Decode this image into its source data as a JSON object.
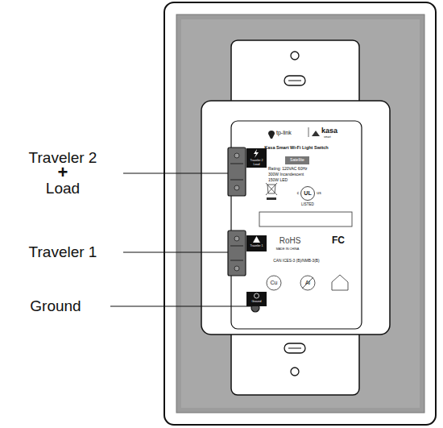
{
  "diagram": {
    "labels": [
      "Traveler 2",
      "+",
      "Load",
      "Traveler 1",
      "Ground",
      "tp-link",
      "kasa",
      "smart",
      "Kasa Smart Wi-Fi Light Switch",
      "Satellite",
      "Traveler 2",
      "Load",
      "Rating: 120VAC 60Hz",
      "300W Incandescent",
      "150W LED",
      "c",
      "UL",
      "us",
      "LISTED",
      "Traveler 1",
      "RoHS",
      "MADE IN CHINA",
      "FC",
      "CAN ICES-3 (B)/NMB-3(B)",
      "Cu",
      "Al",
      "Ground"
    ]
  }
}
